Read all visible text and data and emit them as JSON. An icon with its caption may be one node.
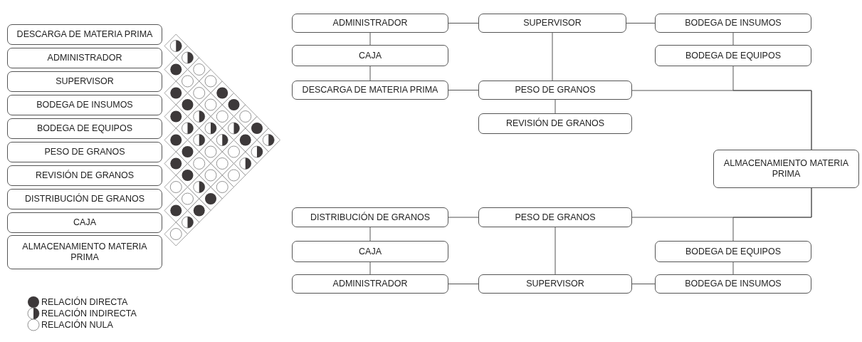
{
  "diagram": {
    "nodes": [
      {
        "text": [
          "DESCARGA DE MATERIA PRIMA"
        ]
      },
      {
        "text": [
          "ADMINISTRADOR"
        ]
      },
      {
        "text": [
          "SUPERVISOR"
        ]
      },
      {
        "text": [
          "BODEGA DE INSUMOS"
        ]
      },
      {
        "text": [
          "BODEGA DE EQUIPOS"
        ]
      },
      {
        "text": [
          "PESO DE GRANOS"
        ]
      },
      {
        "text": [
          "REVISIÓN DE GRANOS"
        ]
      },
      {
        "text": [
          "DISTRIBUCIÓN DE GRANOS"
        ]
      },
      {
        "text": [
          "CAJA"
        ]
      },
      {
        "text": [
          "ALMACENAMIENTO MATERIA PRIMA"
        ]
      },
      {
        "text": [
          "ADMINISTRADOR"
        ]
      },
      {
        "text": [
          "SUPERVISOR"
        ]
      },
      {
        "text": [
          "BODEGA DE INSUMOS"
        ]
      },
      {
        "text": [
          "CAJA"
        ]
      },
      {
        "text": [
          "BODEGA DE EQUIPOS"
        ]
      },
      {
        "text": [
          "DESCARGA DE MATERIA PRIMA"
        ]
      },
      {
        "text": [
          "PESO DE GRANOS"
        ]
      },
      {
        "text": [
          "REVISIÓN DE GRANOS"
        ]
      },
      {
        "text": [
          "ALMACENAMIENTO MATERIA PRIMA"
        ]
      },
      {
        "text": [
          "DISTRIBUCIÓN DE GRANOS"
        ]
      },
      {
        "text": [
          "PESO DE GRANOS"
        ]
      },
      {
        "text": [
          "CAJA"
        ]
      },
      {
        "text": [
          "BODEGA DE EQUIPOS"
        ]
      },
      {
        "text": [
          "ADMINISTRADOR"
        ]
      },
      {
        "text": [
          "SUPERVISOR"
        ]
      },
      {
        "text": [
          "BODEGA DE INSUMOS"
        ]
      }
    ],
    "edges": [
      {
        "from": 10,
        "to": 11,
        "arrow": "none"
      },
      {
        "from": 11,
        "to": 12,
        "arrow": "none"
      },
      {
        "from": 10,
        "to": 13,
        "arrow": "none"
      },
      {
        "from": 12,
        "to": 14,
        "arrow": "none"
      },
      {
        "from": 13,
        "to": 15,
        "arrow": "none"
      },
      {
        "from": 15,
        "to": 16,
        "arrow": "none"
      },
      {
        "from": 11,
        "to": 16,
        "arrow": "none"
      },
      {
        "from": 16,
        "to": 17,
        "arrow": "none"
      },
      {
        "from": 16,
        "to": 18,
        "arrow": "none"
      },
      {
        "from": 14,
        "to": 18,
        "arrow": "none"
      },
      {
        "from": 20,
        "to": 18,
        "arrow": "none"
      },
      {
        "from": 22,
        "to": 18,
        "arrow": "none"
      },
      {
        "from": 19,
        "to": 20,
        "arrow": "none"
      },
      {
        "from": 19,
        "to": 21,
        "arrow": "none"
      },
      {
        "from": 21,
        "to": 23,
        "arrow": "none"
      },
      {
        "from": 23,
        "to": 24,
        "arrow": "none"
      },
      {
        "from": 20,
        "to": 24,
        "arrow": "none"
      },
      {
        "from": 24,
        "to": 25,
        "arrow": "none"
      },
      {
        "from": 22,
        "to": 25,
        "arrow": "none"
      }
    ],
    "legend": [
      {
        "text": "RELACIÓN DIRECTA"
      },
      {
        "text": "RELACIÓN INDIRECTA"
      },
      {
        "text": "RELACIÓN NULA"
      }
    ]
  }
}
